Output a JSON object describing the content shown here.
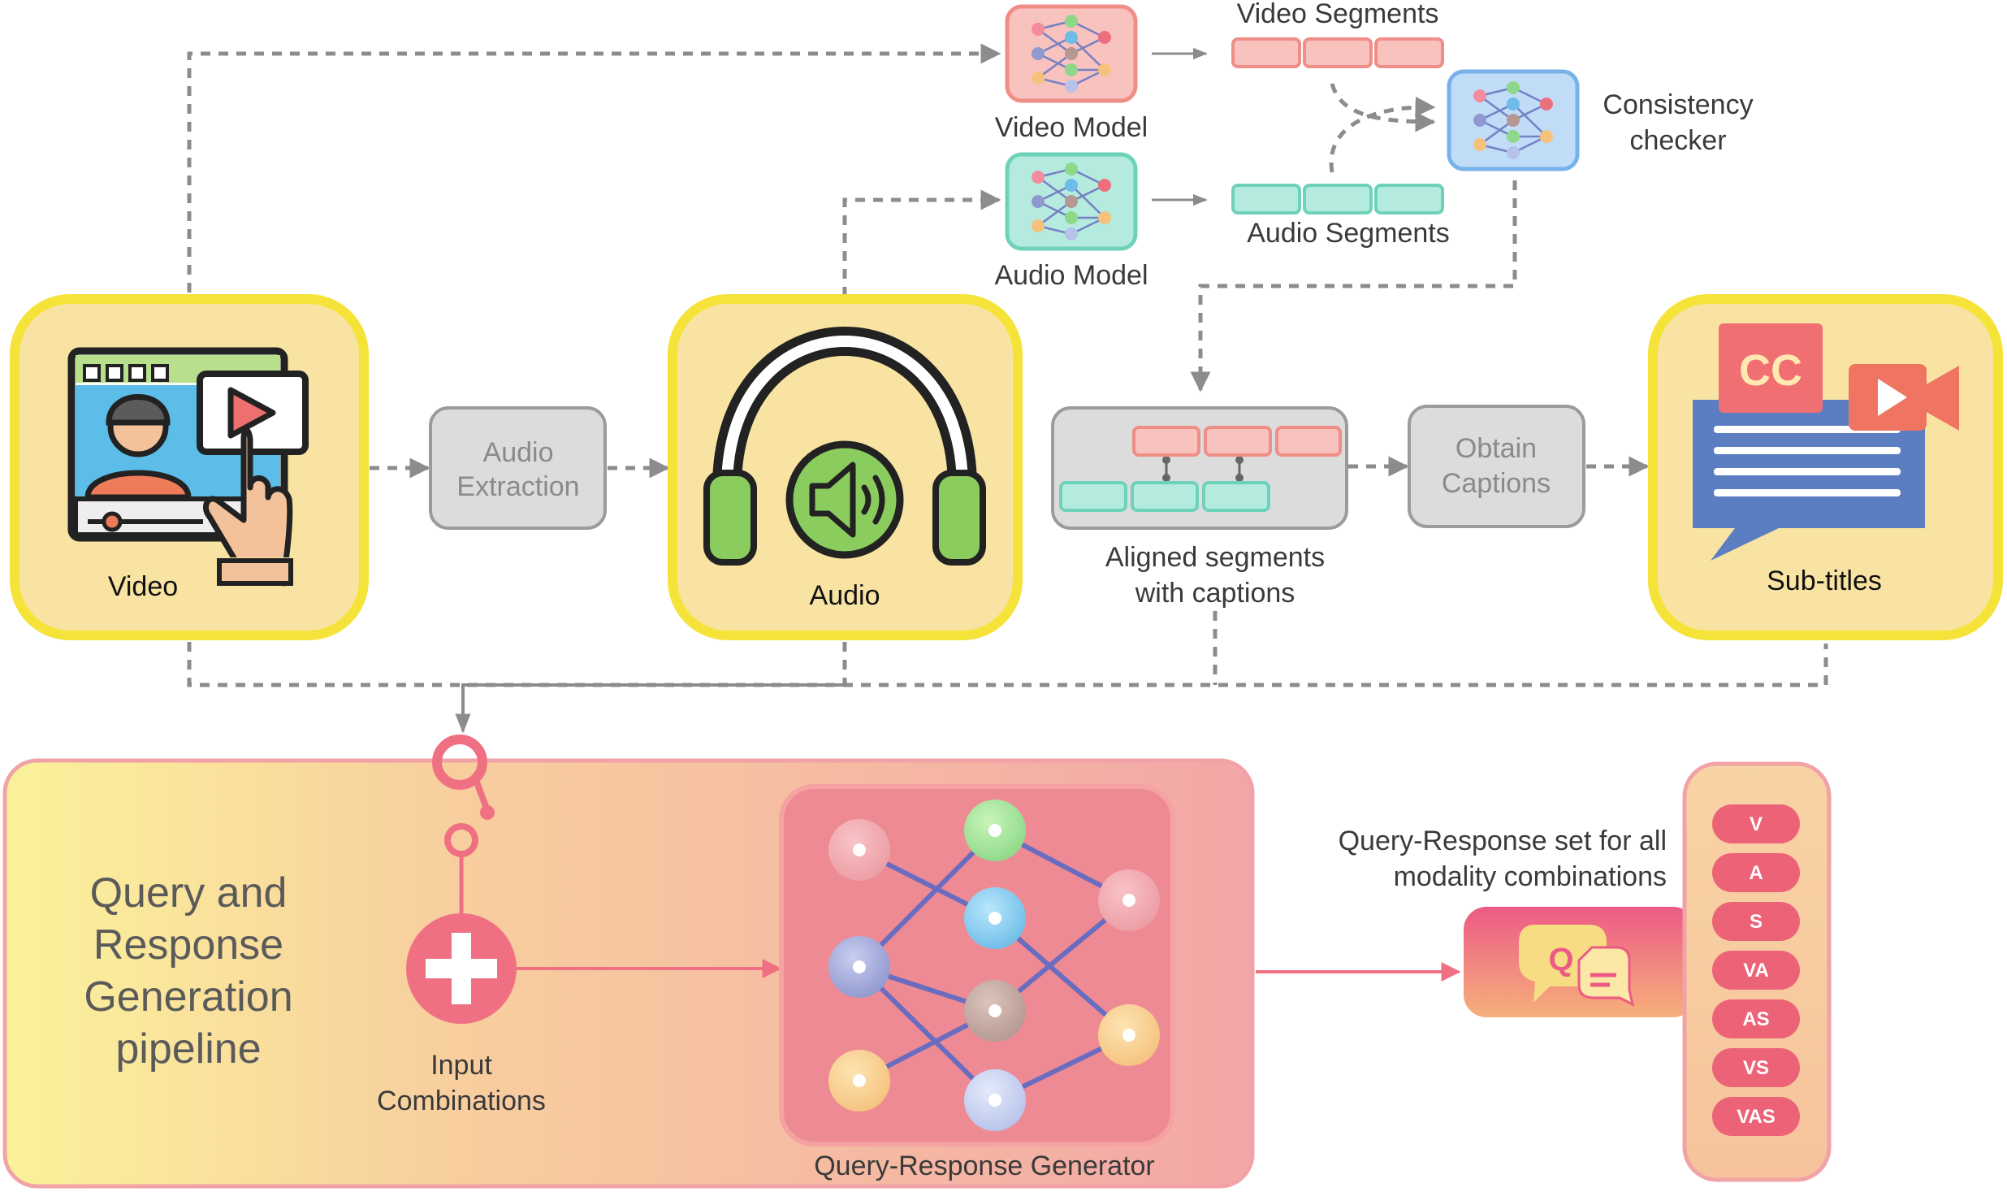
{
  "nodes": {
    "video": "Video",
    "audio_extraction_1": "Audio",
    "audio_extraction_2": "Extraction",
    "audio": "Audio",
    "video_model": "Video Model",
    "audio_model": "Audio Model",
    "video_segments": "Video Segments",
    "audio_segments": "Audio Segments",
    "consistency_1": "Consistency",
    "consistency_2": "checker",
    "aligned_1": "Aligned segments",
    "aligned_2": "with captions",
    "obtain_1": "Obtain",
    "obtain_2": "Captions",
    "subtitles": "Sub-titles",
    "cc_badge": "CC"
  },
  "pipeline": {
    "title_lines": [
      "Query and",
      "Response",
      "Generation",
      "pipeline"
    ],
    "input_1": "Input",
    "input_2": "Combinations",
    "generator": "Query-Response Generator",
    "set_1": "Query-Response set for all",
    "set_2": "modality combinations",
    "qr_icon": "Q",
    "modalities": [
      "V",
      "A",
      "S",
      "VA",
      "AS",
      "VS",
      "VAS"
    ]
  },
  "colors": {
    "yellow_box": "#f8e3a3",
    "yellow_border": "#f6e33a",
    "grey_box": "#dcdcdc",
    "video_model": "#f8c2be",
    "audio_model": "#b5ebdf",
    "consistency": "#c0dcf7",
    "pink": "#ef7082"
  }
}
